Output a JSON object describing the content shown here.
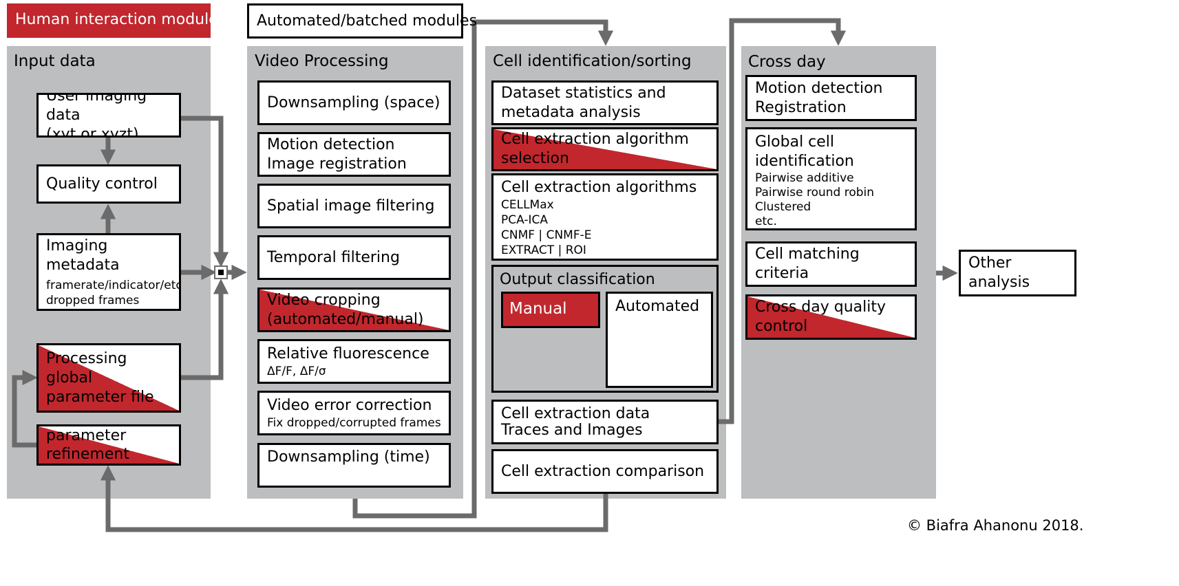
{
  "legend": {
    "human": "Human interaction modules",
    "automated": "Automated/batched modules"
  },
  "colors": {
    "human_red": "#c1272d",
    "column_gray": "#bdbec0",
    "connector_gray": "#6b6b6b"
  },
  "input": {
    "title": "Input data",
    "user_imaging": [
      "User imaging data",
      "(xyt or xyzt)"
    ],
    "quality_control": "Quality control",
    "imaging_metadata": {
      "title": "Imaging metadata",
      "lines": [
        "framerate/indicator/etc.",
        "dropped frames"
      ]
    },
    "global_param": [
      "Processing global",
      "parameter file"
    ],
    "param_refine": [
      "parameter",
      "refinement"
    ]
  },
  "video": {
    "title": "Video Processing",
    "downsampling_space": "Downsampling  (space)",
    "motion": [
      "Motion detection",
      "Image  registration"
    ],
    "spatial": "Spatial image  filtering",
    "temporal": "Temporal filtering",
    "cropping": [
      "Video cropping",
      "(automated/manual)"
    ],
    "relative": {
      "title": "Relative fluorescence",
      "sub": "ΔF/F, ΔF/σ"
    },
    "error": {
      "title": "Video error correction",
      "sub": "Fix dropped/corrupted frames"
    },
    "downsampling_time": "Downsampling  (time)"
  },
  "cells": {
    "title": "Cell identification/sorting",
    "stats": [
      "Dataset statistics and",
      "metadata analysis"
    ],
    "algo_select": [
      "Cell extraction algorithm",
      "selection"
    ],
    "algorithms": {
      "title": "Cell extraction algorithms",
      "items": [
        "CELLMax",
        "PCA-ICA",
        "CNMF | CNMF-E",
        "EXTRACT | ROI"
      ]
    },
    "output": {
      "title": "Output classification",
      "manual": "Manual",
      "automated": "Automated"
    },
    "data": [
      "Cell extraction data",
      "Traces and Images"
    ],
    "comparison": "Cell extraction comparison"
  },
  "crossday": {
    "title": "Cross day",
    "motion": [
      "Motion detection",
      "Registration"
    ],
    "global": {
      "title": [
        "Global cell",
        "identification"
      ],
      "items": [
        "Pairwise additive",
        "Pairwise round robin",
        "Clustered",
        "etc."
      ]
    },
    "matching": "Cell matching criteria",
    "qc": [
      "Cross day quality",
      "control"
    ]
  },
  "other": "Other analysis",
  "copyright": "© Biafra Ahanonu 2018."
}
